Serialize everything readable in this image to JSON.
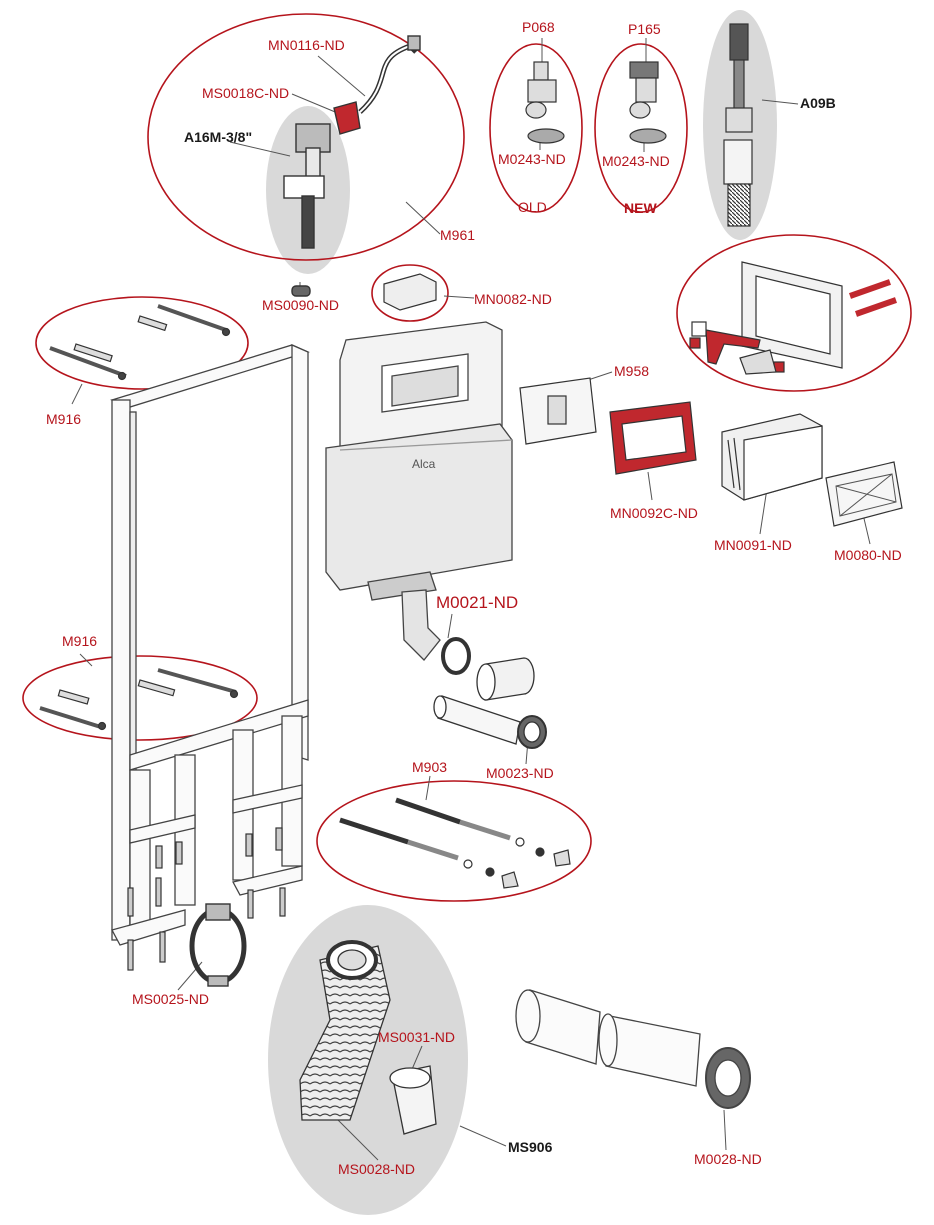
{
  "labels": {
    "mn0116": "MN0116-ND",
    "ms0018c": "MS0018C-ND",
    "a16m": "A16M-3/8\"",
    "m961": "M961",
    "ms0090": "MS0090-ND",
    "p068": "P068",
    "p165": "P165",
    "m0243_old": "M0243-ND",
    "old": "OLD",
    "m0243_new": "M0243-ND",
    "new": "NEW",
    "a09b": "A09B",
    "mn0082": "MN0082-ND",
    "m958": "M958",
    "m916_top": "M916",
    "mn0092c": "MN0092C-ND",
    "mn0091": "MN0091-ND",
    "m0080": "M0080-ND",
    "m0021": "M0021-ND",
    "m916_bottom": "M916",
    "m0023": "M0023-ND",
    "m903": "M903",
    "ms0025": "MS0025-ND",
    "ms0031": "MS0031-ND",
    "ms906": "MS906",
    "ms0028": "MS0028-ND",
    "m0028": "M0028-ND",
    "brand": "Alca"
  },
  "colors": {
    "callout": "#b5141c",
    "line": "#555555",
    "highlight_part": "#c0282e",
    "shaded_group": "#d9d9d9",
    "label_dark": "#1a1a1a"
  }
}
